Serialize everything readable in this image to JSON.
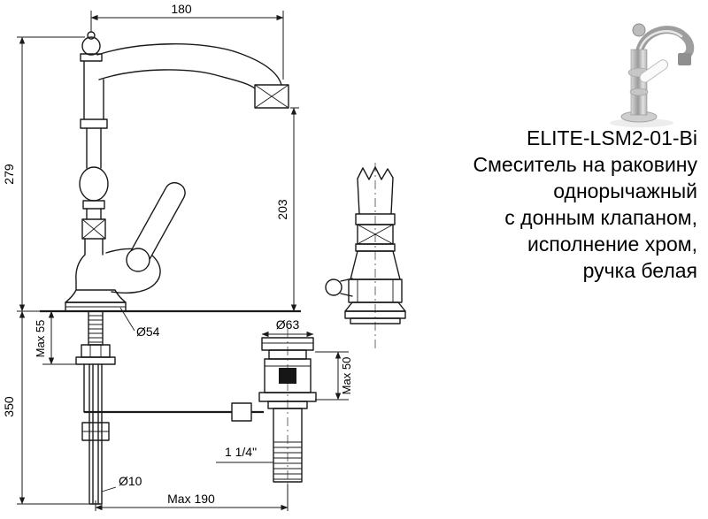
{
  "product": {
    "code": "ELITE-LSM2-01-Bi",
    "description_lines": [
      "Смеситель на раковину",
      "однорычажный",
      "с донным клапаном,",
      "исполнение хром,",
      "ручка белая"
    ]
  },
  "dimensions": {
    "width_top": "180",
    "height_above_counter": "279",
    "spout_to_counter": "203",
    "height_below_counter": "350",
    "max_counter_thickness": "Max 55",
    "base_diameter": "Ø54",
    "drain_flange_diameter": "Ø63",
    "drain_under_depth": "Max 50",
    "tailpiece_thread": "1 1/4\"",
    "rod_diameter": "Ø10",
    "reach_below": "Max 190"
  },
  "colors": {
    "line": "#1a1a1a",
    "text": "#000000",
    "background": "#ffffff"
  }
}
